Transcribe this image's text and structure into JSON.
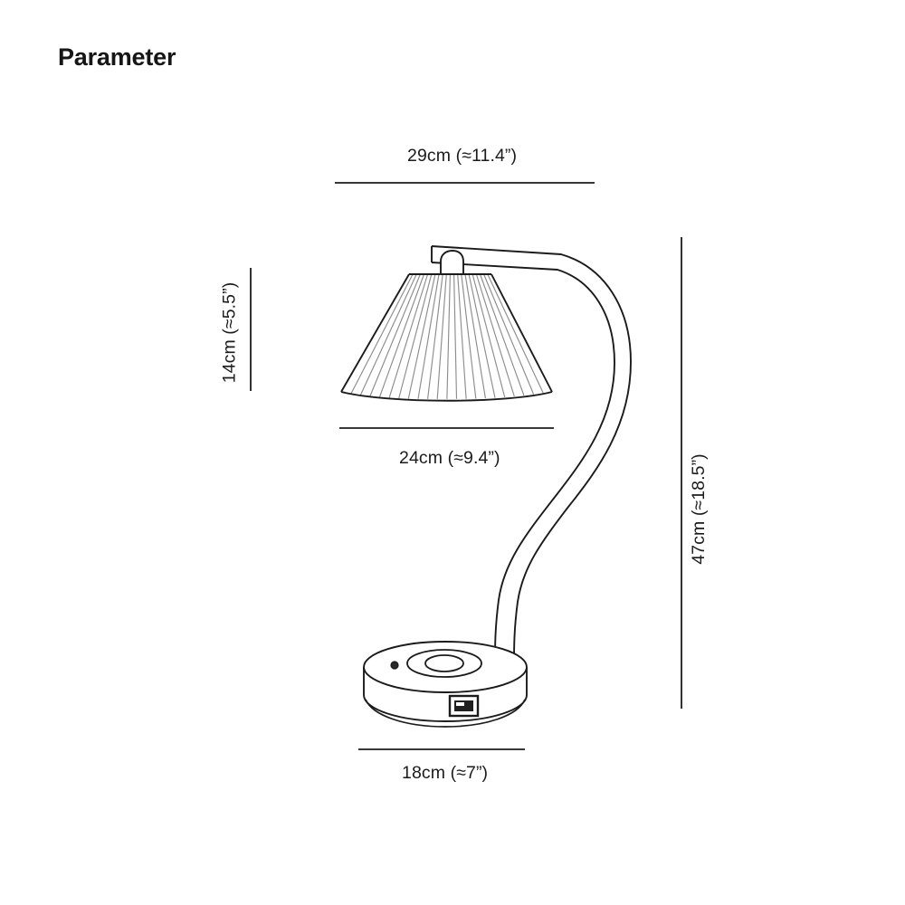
{
  "page": {
    "title": "Parameter",
    "background_color": "#ffffff",
    "line_color": "#1b1b1b",
    "text_color": "#1a1a1a"
  },
  "dimensions": {
    "top_width": {
      "label": "29cm (≈11.4”)",
      "value_cm": 29,
      "value_in": 11.4,
      "orientation": "horizontal",
      "position": "above-lamp"
    },
    "shade_width": {
      "label": "24cm (≈9.4”)",
      "value_cm": 24,
      "value_in": 9.4,
      "orientation": "horizontal",
      "position": "below-shade"
    },
    "base_width": {
      "label": "18cm (≈7”)",
      "value_cm": 18,
      "value_in": 7,
      "orientation": "horizontal",
      "position": "below-base"
    },
    "shade_height": {
      "label": "14cm (≈5.5”)",
      "value_cm": 14,
      "value_in": 5.5,
      "orientation": "vertical",
      "position": "left-of-shade"
    },
    "total_height": {
      "label": "47cm (≈18.5”)",
      "value_cm": 47,
      "value_in": 18.5,
      "orientation": "vertical",
      "position": "right-of-lamp"
    }
  },
  "product": {
    "type": "table-lamp",
    "parts": [
      {
        "name": "pleated-lamp-shade",
        "pleat_count": 22
      },
      {
        "name": "horizontal-arm"
      },
      {
        "name": "gooseneck-arm"
      },
      {
        "name": "cylindrical-base"
      },
      {
        "name": "dimmer-dial"
      },
      {
        "name": "led-indicator"
      },
      {
        "name": "usb-port"
      }
    ]
  }
}
